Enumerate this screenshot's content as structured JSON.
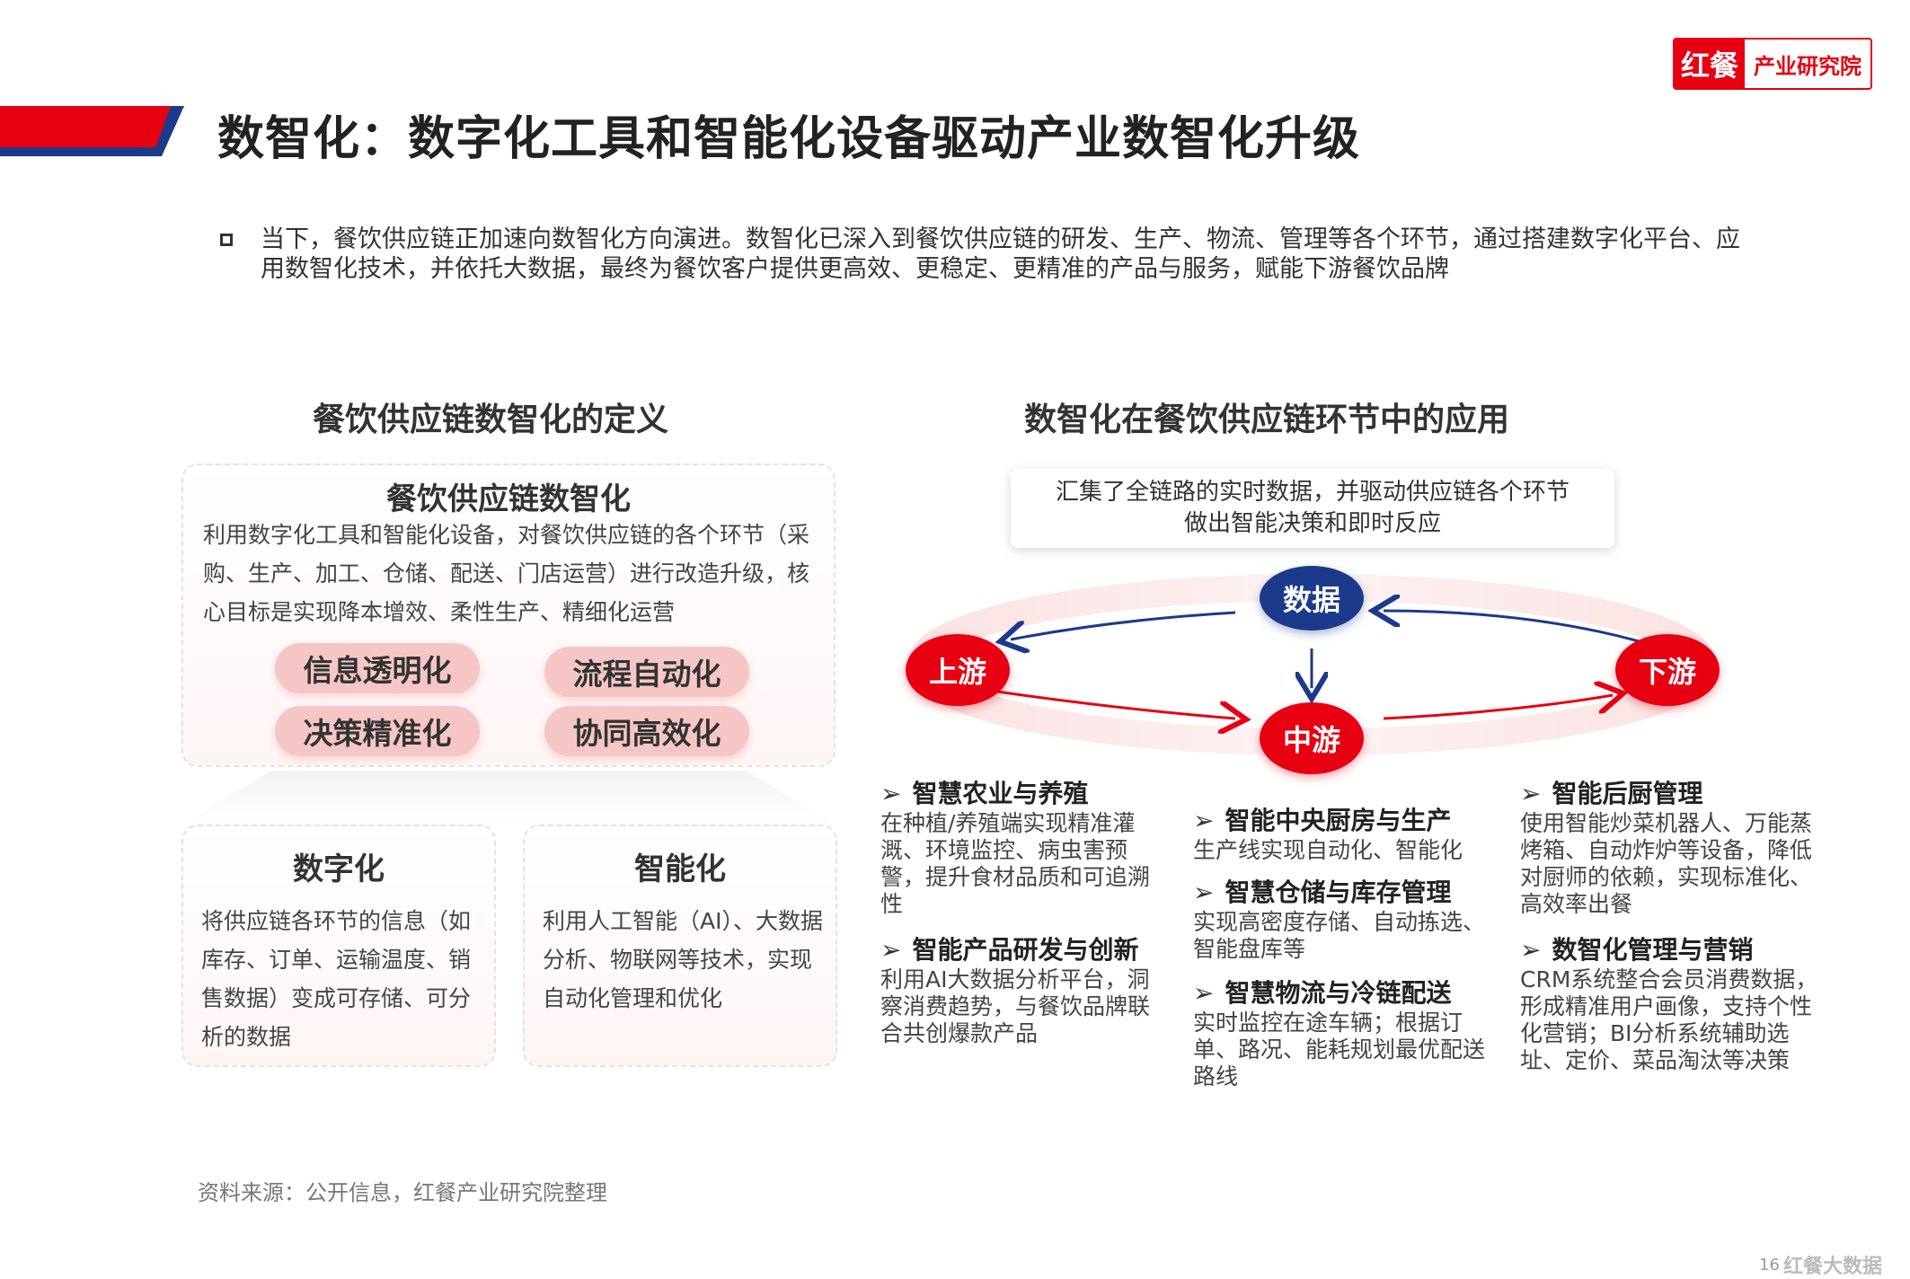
{
  "header": {
    "logo_mark": "红餐",
    "logo_text": "产业研究院",
    "title": "数智化：数字化工具和智能化设备驱动产业数智化升级"
  },
  "intro": "当下，餐饮供应链正加速向数智化方向演进。数智化已深入到餐饮供应链的研发、生产、物流、管理等各个环节，通过搭建数字化平台、应用数智化技术，并依托大数据，最终为餐饮客户提供更高效、更稳定、更精准的产品与服务，赋能下游餐饮品牌",
  "left": {
    "section_title": "餐饮供应链数智化的定义",
    "main_card": {
      "title": "餐饮供应链数智化",
      "desc": "利用数字化工具和智能化设备，对餐饮供应链的各个环节（采购、生产、加工、仓储、配送、门店运营）进行改造升级，核心目标是实现降本增效、柔性生产、精细化运营",
      "pills": [
        "信息透明化",
        "流程自动化",
        "决策精准化",
        "协同高效化"
      ]
    },
    "digital": {
      "title": "数字化",
      "desc": "将供应链各环节的信息（如库存、订单、运输温度、销售数据）变成可存储、可分析的数据"
    },
    "intelligent": {
      "title": "智能化",
      "desc": "利用人工智能（AI）、大数据分析、物联网等技术，实现自动化管理和优化"
    }
  },
  "right": {
    "section_title": "数智化在餐饮供应链环节中的应用",
    "summary_line1": "汇集了全链路的实时数据，并驱动供应链各个环节",
    "summary_line2": "做出智能决策和即时反应",
    "nodes": {
      "data": "数据",
      "upstream": "上游",
      "midstream": "中游",
      "downstream": "下游"
    },
    "chevron": "➢",
    "upstream_items": [
      {
        "title": "智慧农业与养殖",
        "desc": "在种植/养殖端实现精准灌溉、环境监控、病虫害预警，提升食材品质和可追溯性"
      },
      {
        "title": "智能产品研发与创新",
        "desc": "利用AI大数据分析平台，洞察消费趋势，与餐饮品牌联合共创爆款产品"
      }
    ],
    "midstream_items": [
      {
        "title": "智能中央厨房与生产",
        "desc": "生产线实现自动化、智能化"
      },
      {
        "title": "智慧仓储与库存管理",
        "desc": "实现高密度存储、自动拣选、智能盘库等"
      },
      {
        "title": "智慧物流与冷链配送",
        "desc": "实时监控在途车辆；根据订单、路况、能耗规划最优配送路线"
      }
    ],
    "downstream_items": [
      {
        "title": "智能后厨管理",
        "desc": "使用智能炒菜机器人、万能蒸烤箱、自动炸炉等设备，降低对厨师的依赖，实现标准化、高效率出餐"
      },
      {
        "title": "数智化管理与营销",
        "desc": "CRM系统整合会员消费数据，形成精准用户画像，支持个性化营销；BI分析系统辅助选址、定价、菜品淘汰等决策"
      }
    ]
  },
  "footer": {
    "source": "资料来源：公开信息，红餐产业研究院整理",
    "page": "16",
    "corner_mark": "红餐大数据"
  },
  "colors": {
    "brand_red": "#e60012",
    "brand_blue": "#1b3a8c",
    "pill_pink": "#f6c6c6"
  }
}
